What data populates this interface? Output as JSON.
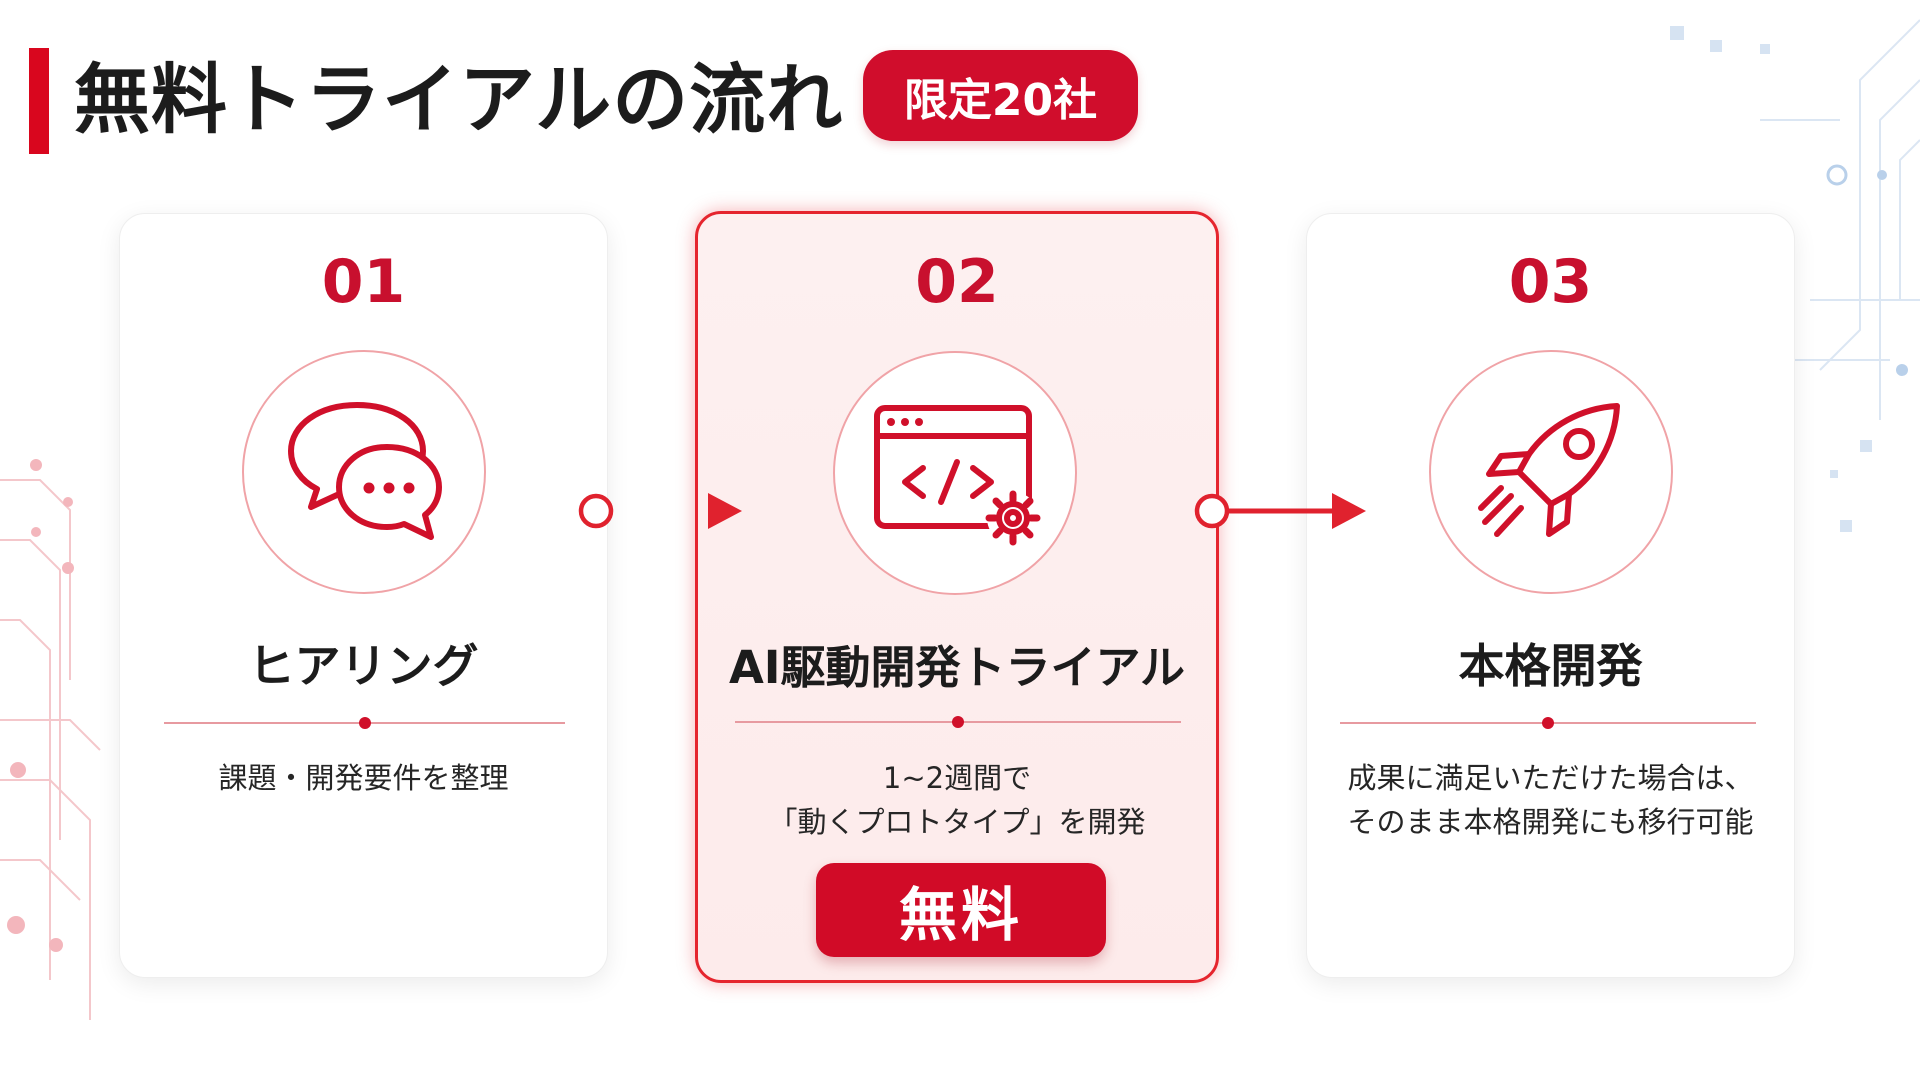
{
  "header": {
    "title": "無料トライアルの流れ",
    "badge": "限定20社"
  },
  "steps": [
    {
      "number": "01",
      "icon": "chat-bubbles-icon",
      "title": "ヒアリング",
      "description": [
        "課題・開発要件を整理"
      ]
    },
    {
      "number": "02",
      "icon": "code-window-gear-icon",
      "title": "AI駆動開発トライアル",
      "description": [
        "1~2週間で",
        "「動くプロトタイプ」を開発"
      ],
      "button": "無料"
    },
    {
      "number": "03",
      "icon": "rocket-icon",
      "title": "本格開発",
      "description": [
        "成果に満足いただけた場合は、",
        "そのまま本格開発にも移行可能"
      ]
    }
  ],
  "colors": {
    "accent": "#d9061e",
    "highlight_card_bg": "#fdeeee",
    "divider": "#e79aa0"
  }
}
